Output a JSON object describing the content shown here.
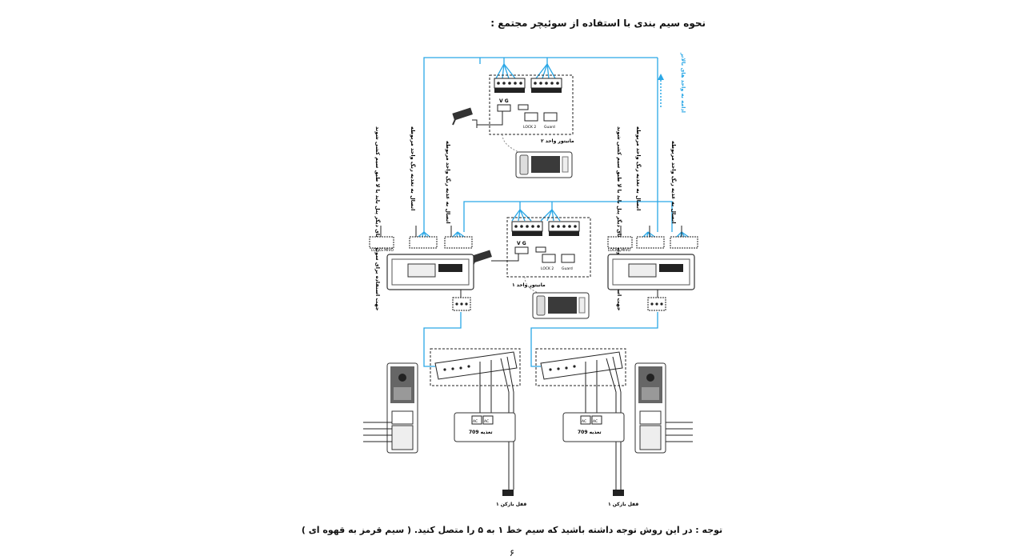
{
  "header": {
    "title": "نحوه سیم بندی با استفاده از سوئیچر مجتمع :"
  },
  "diagram": {
    "continue_upper_label": "ادامه به واحد های بالاتر",
    "monitor_2_label": "مانیتور واحد ۲",
    "monitor_1_label": "مانیتور واحد ۱",
    "terminal_lock2": "LOCK 2",
    "terminal_guard": "Guard",
    "vg_label": "V G",
    "switcher_left": {
      "label_a": "جهت استفاده برای سوئیچر های دیگر پنل باید با لا طبق سیم کشی شوند",
      "label_b": "اتصال به تغذیه رنگ واحد مربوطه",
      "label_c": "اتصال به غذیه رنگ واحد مربوطه",
      "port_label": "LOCKS MIVO"
    },
    "switcher_right": {
      "label_a": "جهت استفاده برای سوئیچر های دیگر پنل باید با لا طبق سیم کشی شوند",
      "label_b": "اتصال به تغذیه رنگ واحد مربوطه",
      "label_c": "اتصال به غذیه رنگ واحد مربوطه",
      "port_label": "LOCKS MIVO"
    },
    "power_left": {
      "ac1": "AC",
      "ac2": "AC",
      "model": "تغذیه 709"
    },
    "power_right": {
      "ac1": "AC",
      "ac2": "AC",
      "model": "تغذیه 709"
    },
    "lock_left": "قفل بازکن ۱",
    "lock_right": "قفل بازکن ۱"
  },
  "footer": {
    "note": "توجه : در این روش توجه داشته باشید که سیم خط ۱ به ۵ را متصل کنید. ( سیم قرمز به قهوه ای )",
    "page_number": "۶"
  },
  "colors": {
    "wire_blue": "#2aa7e6",
    "line_dark": "#222222"
  }
}
